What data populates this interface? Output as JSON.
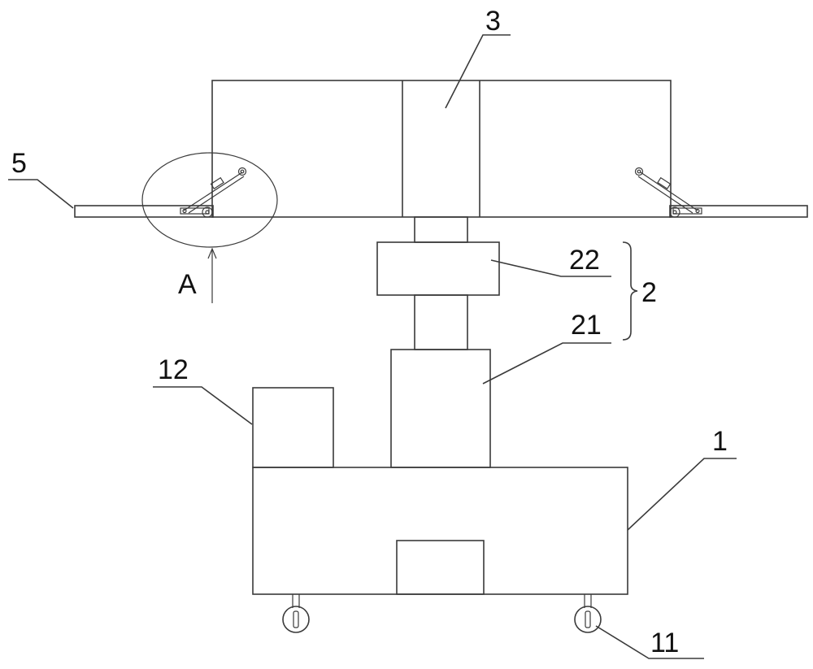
{
  "figure": {
    "labels": {
      "top_frame": "3",
      "side_plate": "5",
      "detail_view": "A",
      "lift_upper": "22",
      "lift_lower": "21",
      "lift_assembly": "2",
      "control_box": "12",
      "base": "1",
      "wheel": "11"
    }
  }
}
